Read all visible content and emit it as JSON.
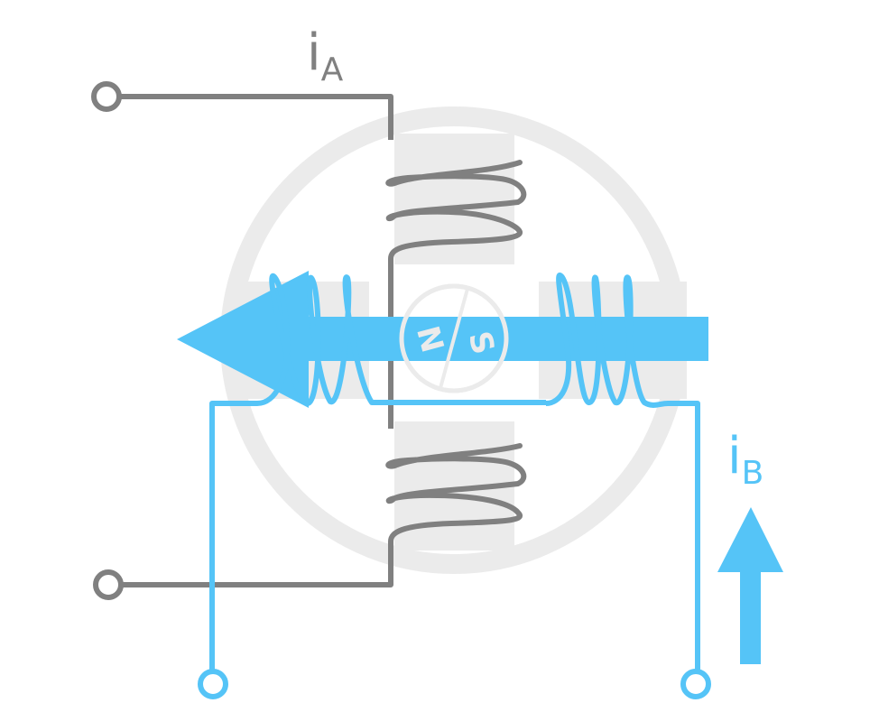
{
  "colors": {
    "stator": "#ebebeb",
    "phase_a": "#808080",
    "phase_b": "#55c4f7",
    "background": "#ffffff"
  },
  "labels": {
    "current_a_main": "i",
    "current_a_sub": "A",
    "current_b_main": "i",
    "current_b_sub": "B",
    "rotor_north": "N",
    "rotor_south": "S"
  }
}
